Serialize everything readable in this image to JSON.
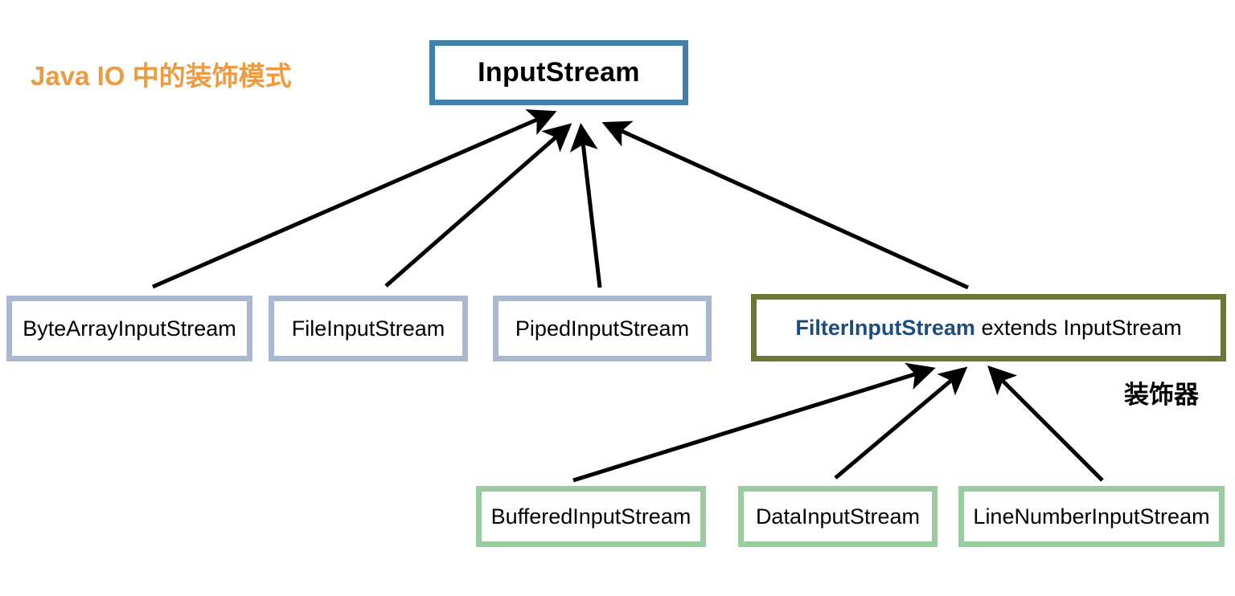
{
  "diagram": {
    "title": "Java IO 中的装饰模式",
    "title_color": "#ef9a3f",
    "decorator_label": "装饰器",
    "background": "#ffffff"
  },
  "nodes": {
    "root": {
      "label": "InputStream",
      "border_color": "#4180ab"
    },
    "subclasses": [
      {
        "label": "ByteArrayInputStream",
        "border_color": "#aab8d1"
      },
      {
        "label": "FileInputStream",
        "border_color": "#aab8d1"
      },
      {
        "label": "PipedInputStream",
        "border_color": "#aab8d1"
      }
    ],
    "filter": {
      "label_strong": "FilterInputStream",
      "label_rest": " extends InputStream",
      "border_color": "#6d7539",
      "strong_color": "#1b4e7d"
    },
    "decorators": [
      {
        "label": "BufferedInputStream",
        "border_color": "#9ccba1"
      },
      {
        "label": "DataInputStream",
        "border_color": "#9ccba1"
      },
      {
        "label": "LineNumberInputStream",
        "border_color": "#9ccba1"
      }
    ]
  },
  "edges": {
    "color": "#000000",
    "items": [
      {
        "from": "ByteArrayInputStream",
        "to": "InputStream"
      },
      {
        "from": "FileInputStream",
        "to": "InputStream"
      },
      {
        "from": "PipedInputStream",
        "to": "InputStream"
      },
      {
        "from": "FilterInputStream",
        "to": "InputStream"
      },
      {
        "from": "BufferedInputStream",
        "to": "FilterInputStream"
      },
      {
        "from": "DataInputStream",
        "to": "FilterInputStream"
      },
      {
        "from": "LineNumberInputStream",
        "to": "FilterInputStream"
      }
    ]
  }
}
